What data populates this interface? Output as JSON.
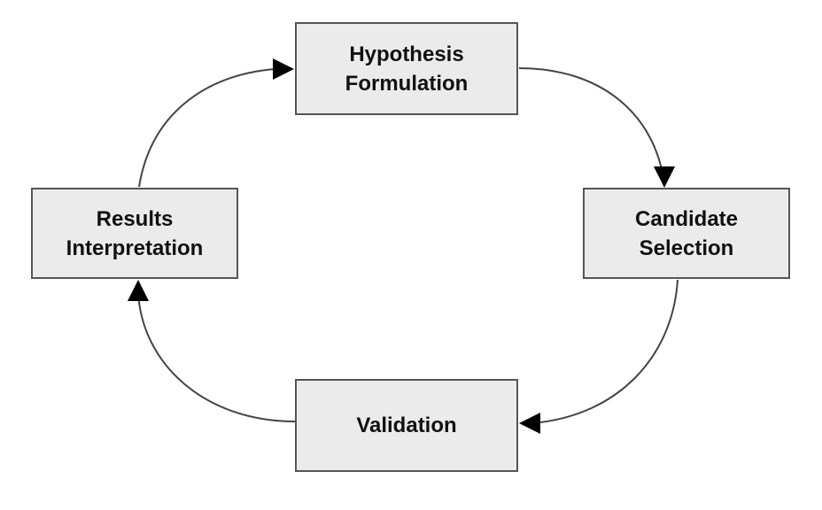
{
  "diagram": {
    "type": "cycle",
    "nodes": [
      {
        "id": "hypothesis",
        "label": "Hypothesis\nFormulation"
      },
      {
        "id": "candidate",
        "label": "Candidate\nSelection"
      },
      {
        "id": "validation",
        "label": "Validation"
      },
      {
        "id": "results",
        "label": "Results\nInterpretation"
      }
    ],
    "edges": [
      {
        "from": "hypothesis",
        "to": "candidate"
      },
      {
        "from": "candidate",
        "to": "validation"
      },
      {
        "from": "validation",
        "to": "results"
      },
      {
        "from": "results",
        "to": "hypothesis"
      }
    ],
    "colors": {
      "box_fill": "#ebebeb",
      "box_border": "#555555",
      "arrow": "#444444",
      "arrowhead": "#000000",
      "text": "#111111"
    }
  }
}
